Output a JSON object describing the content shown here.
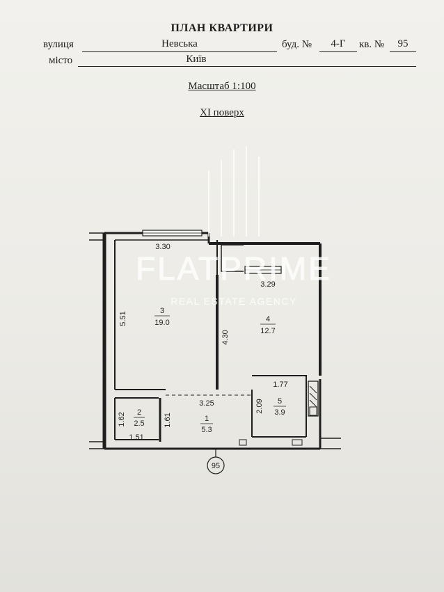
{
  "header": {
    "title": "ПЛАН КВАРТИРИ",
    "street_label": "вулиця",
    "street_value": "Невська",
    "building_label": "буд. №",
    "building_value": "4-Г",
    "apartment_label": "кв. №",
    "apartment_value": "95",
    "city_label": "місто",
    "city_value": "Київ",
    "scale": "Масштаб 1:100",
    "floor": "XI поверх"
  },
  "plan": {
    "dimensions": {
      "top_room3_width": "3.30",
      "room3_height": "5.51",
      "room4_top_width": "3.29",
      "room4_left_height": "4.30",
      "corridor_width": "3.25",
      "room5_width": "1.77",
      "room5_height": "2.09",
      "room2_height": "1.62",
      "room2_width": "1.51",
      "corridor_side_height": "1.61"
    },
    "rooms": [
      {
        "number": "1",
        "area": "5.3"
      },
      {
        "number": "2",
        "area": "2.5"
      },
      {
        "number": "3",
        "area": "19.0"
      },
      {
        "number": "4",
        "area": "12.7"
      },
      {
        "number": "5",
        "area": "3.9"
      }
    ],
    "apartment_marker": "95"
  },
  "watermark": {
    "brand": "FLATPRIME",
    "tagline": "REAL ESTATE AGENCY"
  }
}
